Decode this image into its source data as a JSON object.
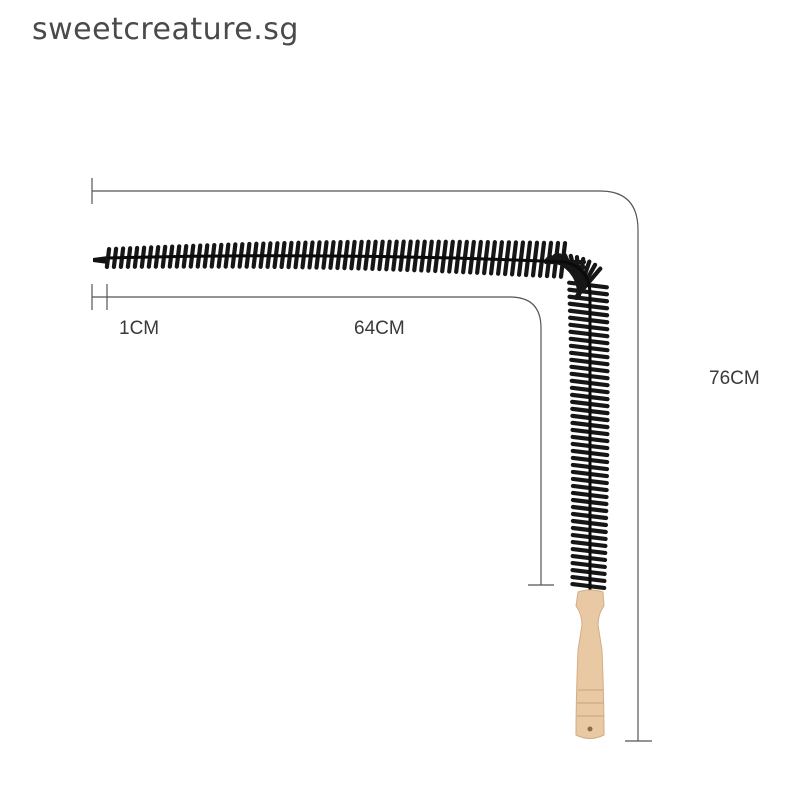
{
  "watermark": {
    "text": "sweetcreature.sg"
  },
  "dimensions": {
    "small": "1CM",
    "inner": "64CM",
    "total": "76CM"
  },
  "colors": {
    "bristle": "#161616",
    "handle": "#e8c9a4",
    "handle_shadow": "#c9a37a",
    "line": "#555555"
  }
}
